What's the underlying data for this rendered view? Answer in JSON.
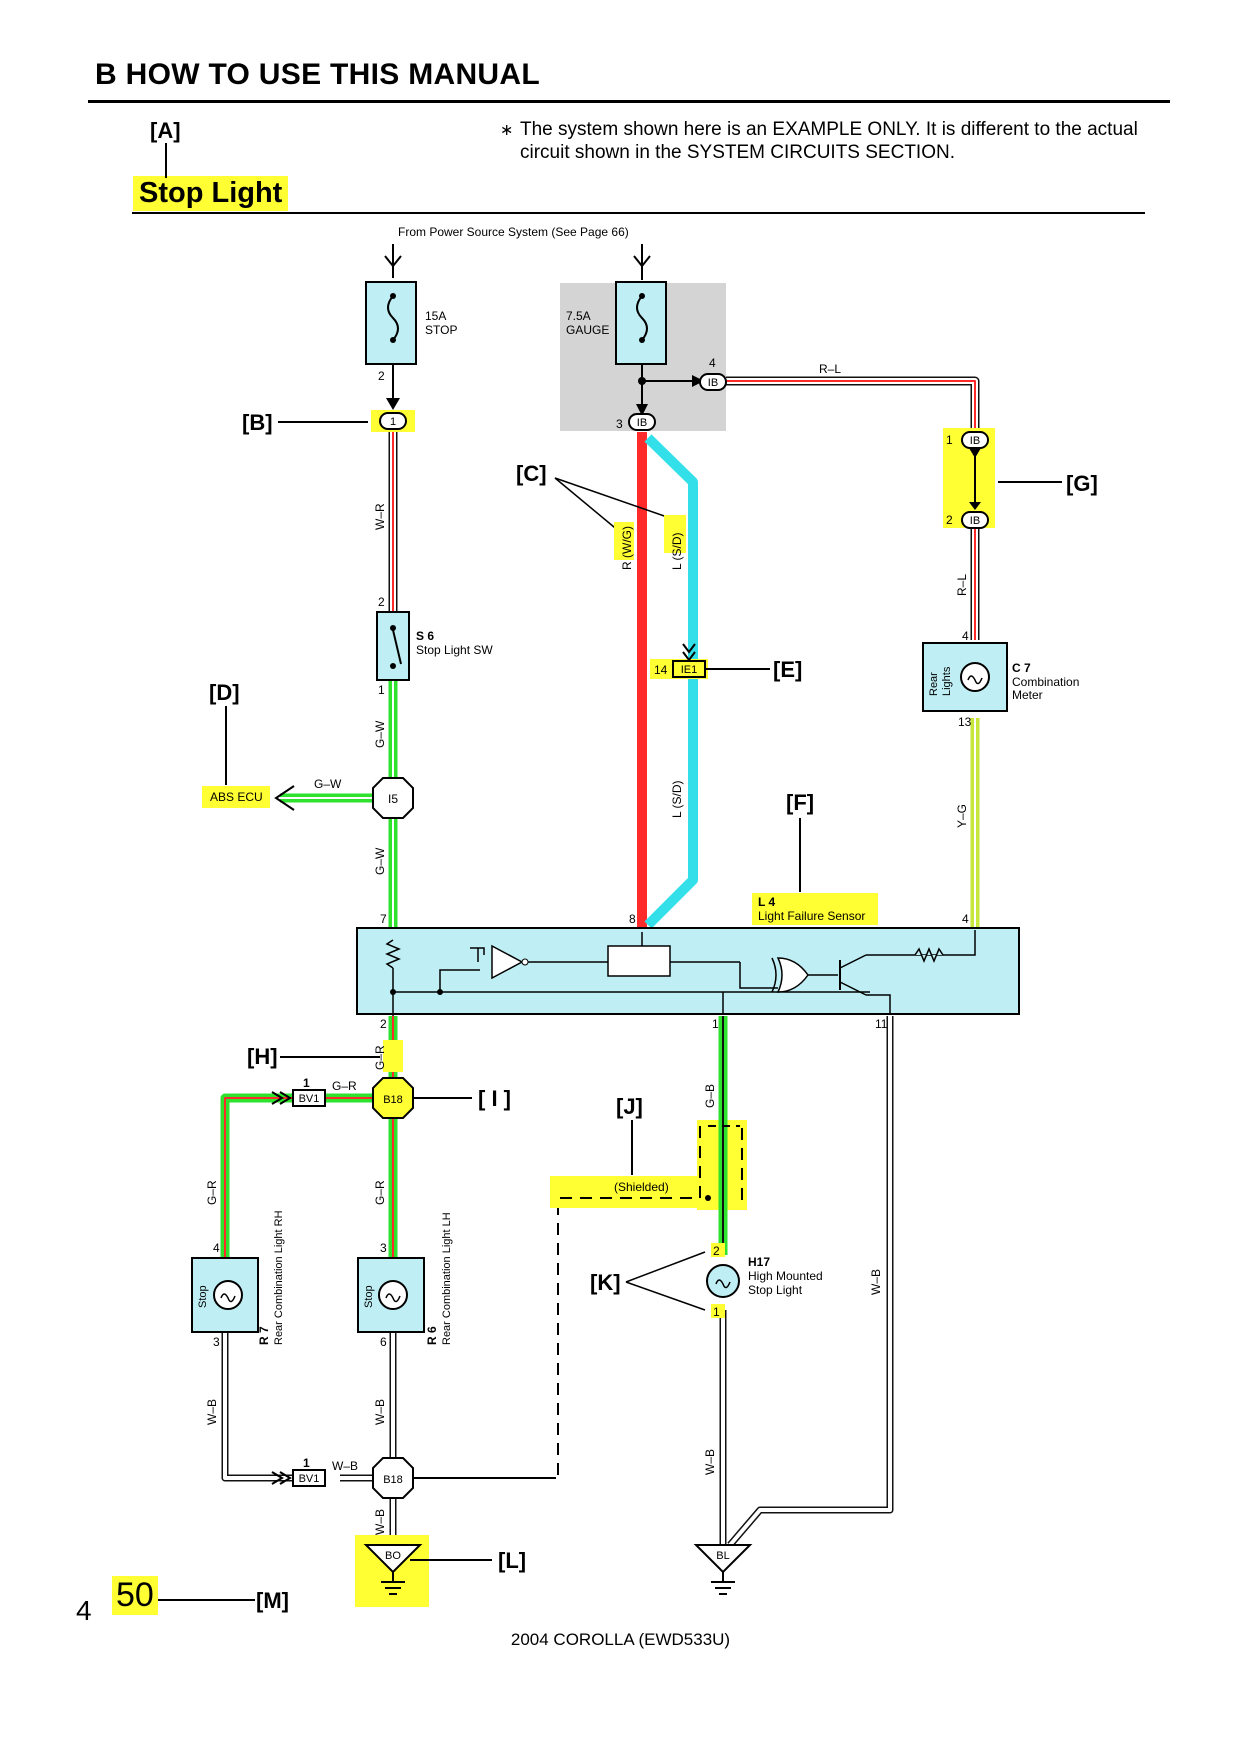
{
  "header": {
    "title": "B  HOW TO USE THIS MANUAL"
  },
  "note": {
    "symbol": "∗",
    "line1": "The system shown here is an EXAMPLE ONLY. It is different to the actual",
    "line2": "circuit shown in the SYSTEM CIRCUITS SECTION."
  },
  "system": {
    "title": "Stop Light"
  },
  "callouts": {
    "A": "[A]",
    "B": "[B]",
    "C": "[C]",
    "D": "[D]",
    "E": "[E]",
    "F": "[F]",
    "G": "[G]",
    "H": "[H]",
    "I": "[ I ]",
    "J": "[J]",
    "K": "[K]",
    "L": "[L]",
    "M": "[M]"
  },
  "power_source": "From Power Source System (See Page 66)",
  "fuses": {
    "stop": {
      "rating": "15A",
      "name": "STOP"
    },
    "gauge": {
      "rating": "7.5A",
      "name": "GAUGE"
    }
  },
  "connectors": {
    "ib": "IB",
    "one": "1",
    "ie1": "IE1",
    "i5": "I5",
    "bv1": "BV1",
    "b18": "B18",
    "bo": "BO",
    "bl": "BL"
  },
  "pins": {
    "p2": "2",
    "p3": "3",
    "p4": "4",
    "p1": "1",
    "p8": "8",
    "p7": "7",
    "p11": "11",
    "p13": "13",
    "p14": "14",
    "p6": "6"
  },
  "wires": {
    "wr": "W–R",
    "rl": "R–L",
    "rwg": "R (W/G)",
    "lsd": "L (S/D)",
    "gw": "G–W",
    "yg": "Y–G",
    "gr": "G–R",
    "gb": "G–B",
    "wb": "W–B"
  },
  "components": {
    "s6": {
      "code": "S 6",
      "name": "Stop Light SW"
    },
    "c7": {
      "code": "C 7",
      "name1": "Combination",
      "name2": "Meter",
      "inner1": "Rear",
      "inner2": "Lights"
    },
    "l4": {
      "code": "L 4",
      "name": "Light Failure Sensor"
    },
    "r7": {
      "code": "R 7",
      "name": "Rear Combination Light RH",
      "inner": "Stop"
    },
    "r6": {
      "code": "R 6",
      "name": "Rear Combination Light LH",
      "inner": "Stop"
    },
    "h17": {
      "code": "H17",
      "name1": "High Mounted",
      "name2": "Stop Light"
    },
    "abs": "ABS ECU",
    "shielded": "(Shielded)"
  },
  "page": {
    "side": "4",
    "number": "50"
  },
  "footer": {
    "text": "2004 COROLLA (EWD533U)"
  },
  "colors": {
    "highlight": "#ffff33",
    "component_fill": "#bfeff4",
    "red": "#ff2a2a",
    "cyan": "#33e0ea",
    "green": "#2ee22e",
    "yellow_green": "#c6e63a",
    "gray_box": "#d4d4d4"
  }
}
